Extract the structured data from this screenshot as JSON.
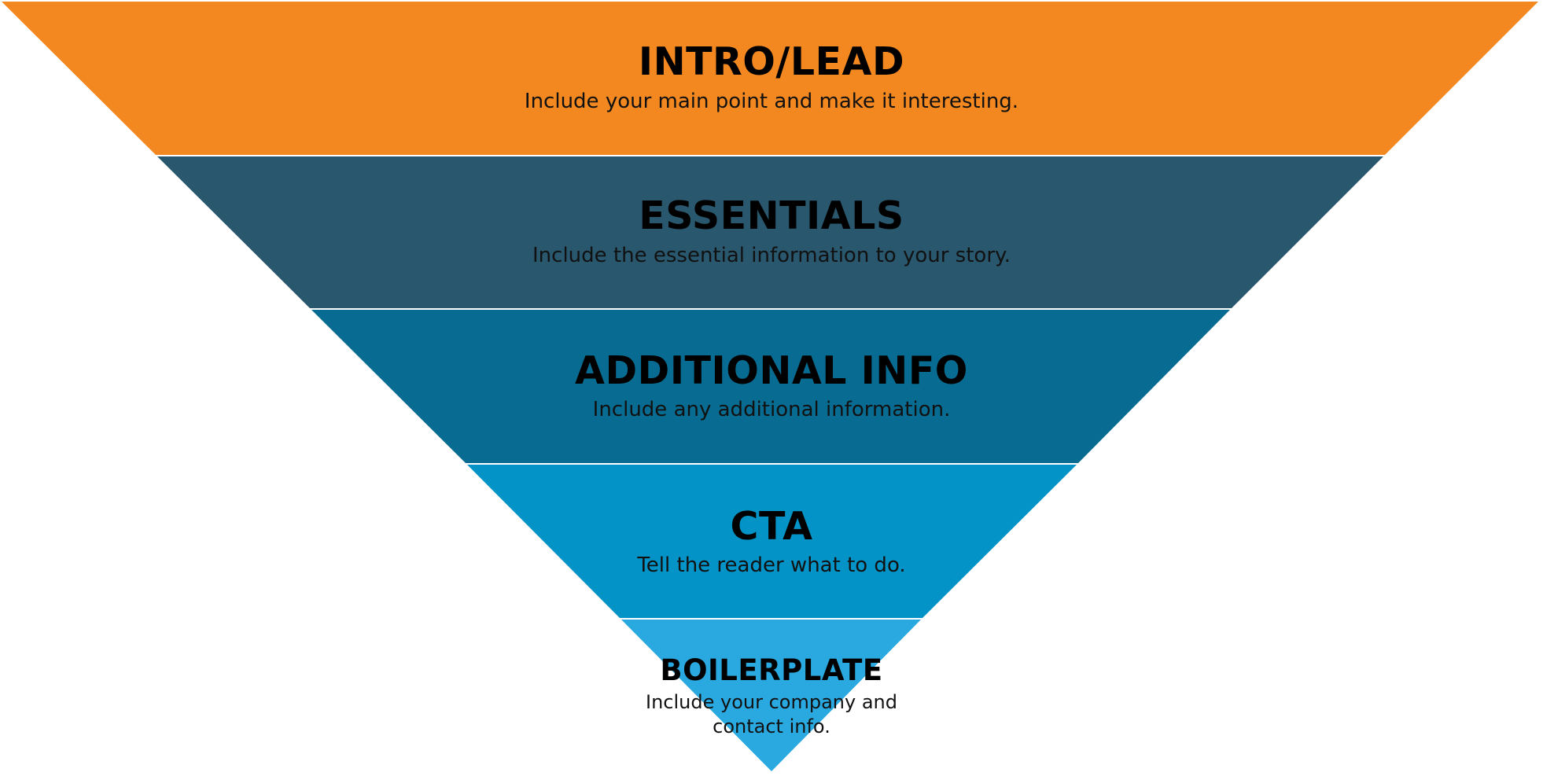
{
  "layers": [
    {
      "title": "INTRO/LEAD",
      "description": "Include your main point and make it interesting.",
      "color": "#F38821"
    },
    {
      "title": "ESSENTIALS",
      "description": "Include the essential information to your story.",
      "color": "#29576E"
    },
    {
      "title": "ADDITIONAL INFO",
      "description": "Include any additional information.",
      "color": "#086C92"
    },
    {
      "title": "CTA",
      "description": "Tell the reader what to do.",
      "color": "#0393C6"
    },
    {
      "title": "BOILERPLATE",
      "description_line1": "Include your company and",
      "description_line2": "contact info.",
      "color": "#2AA9E1"
    }
  ]
}
